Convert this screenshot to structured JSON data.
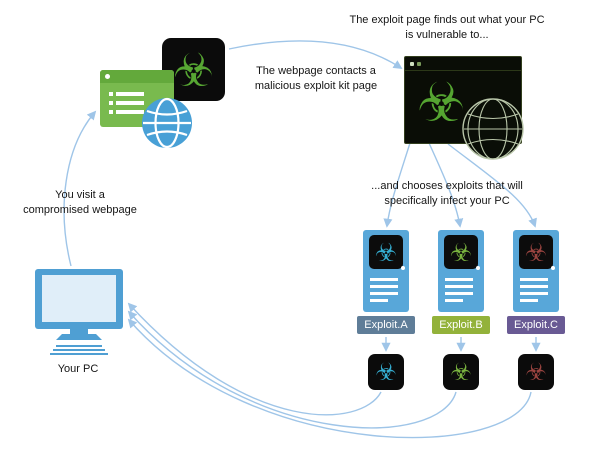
{
  "diagram": {
    "captions": {
      "exploit_finds": {
        "line1": "The exploit page finds out what your PC",
        "line2": "is vulnerable to..."
      },
      "webpage_contacts": {
        "line1": "The webpage contacts a",
        "line2": "malicious exploit kit page"
      },
      "chooses": {
        "line1": "...and chooses exploits that will",
        "line2": "specifically infect your PC"
      },
      "you_visit": {
        "line1": "You visit a",
        "line2": "compromised webpage"
      },
      "your_pc": "Your PC"
    },
    "exploits": [
      {
        "label": "Exploit.A",
        "badge_color": "#5f7d98",
        "glyph_color": "#35aed2"
      },
      {
        "label": "Exploit.B",
        "badge_color": "#93b23a",
        "glyph_color": "#7ab33f"
      },
      {
        "label": "Exploit.C",
        "badge_color": "#695a94",
        "glyph_color": "#9a4440"
      }
    ],
    "icons": {
      "biohazard": "☣",
      "globe": "globe",
      "monitor": "desktop-pc"
    },
    "colors": {
      "arrow": "#9fc5e8",
      "kit_green": "#57a733",
      "server_blue": "#58a7d9",
      "browser_green": "#79ba4e",
      "globe_blue": "#48a0d6",
      "monitor_blue": "#4f9fd3"
    }
  }
}
